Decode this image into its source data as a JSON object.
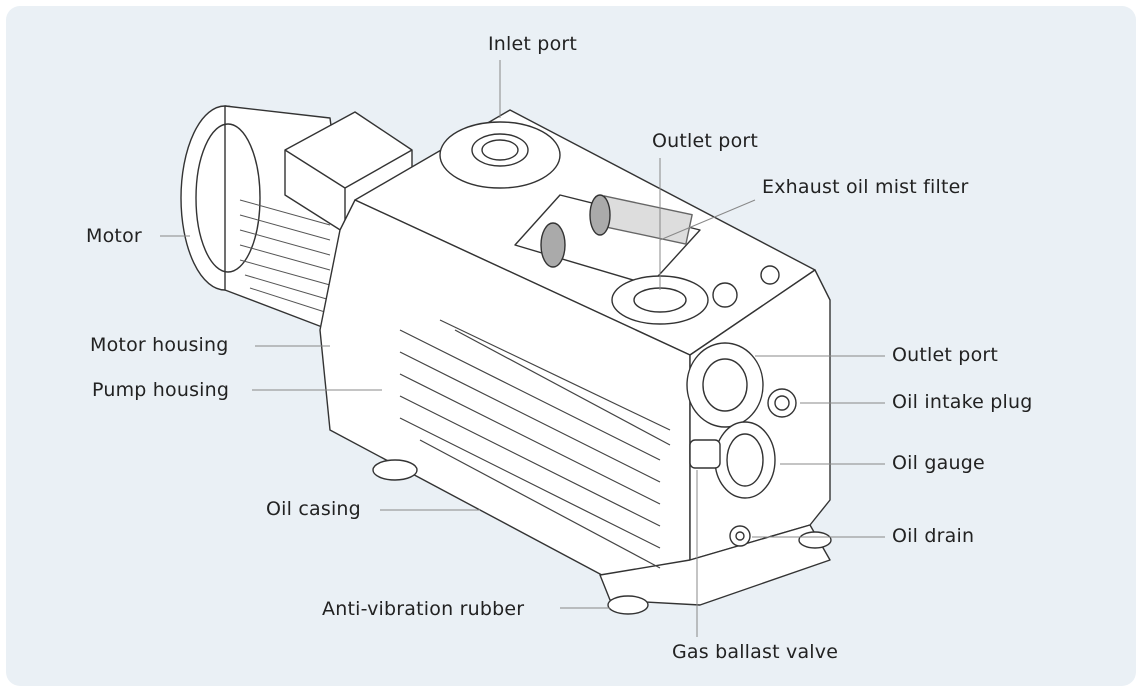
{
  "labels": {
    "inlet_port": "Inlet port",
    "outlet_port_top": "Outlet port",
    "exhaust_filter": "Exhaust oil mist filter",
    "motor": "Motor",
    "motor_housing": "Motor housing",
    "pump_housing": "Pump housing",
    "oil_casing": "Oil casing",
    "anti_vibration": "Anti-vibration rubber",
    "outlet_port_side": "Outlet port",
    "oil_intake_plug": "Oil intake plug",
    "oil_gauge": "Oil gauge",
    "oil_drain": "Oil drain",
    "gas_ballast": "Gas ballast valve"
  },
  "colors": {
    "background": "#eaf0f5",
    "line": "#333333",
    "leader": "#888888"
  }
}
